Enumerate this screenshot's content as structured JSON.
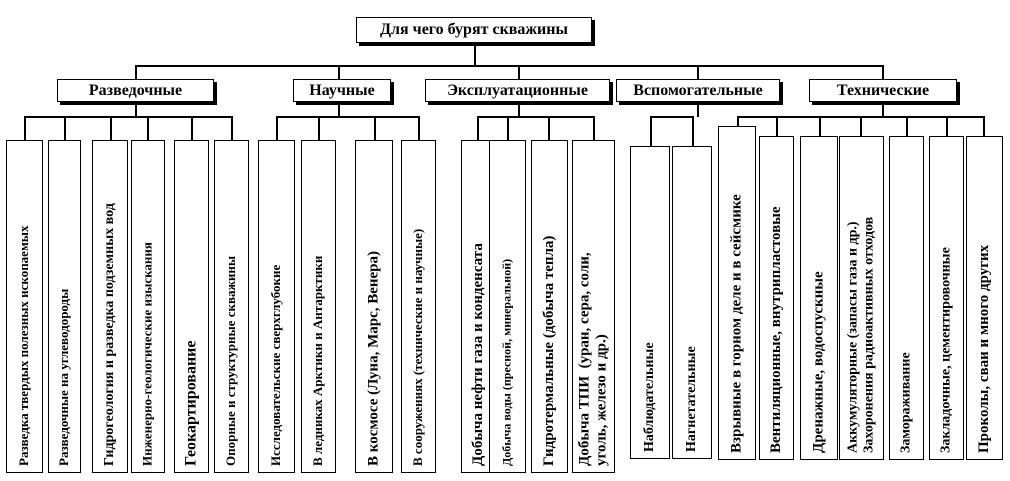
{
  "title": "Для чего бурят скважины",
  "categories": [
    {
      "label": "Разведочные",
      "children": [
        "Разведка твердых полезных ископаемых",
        "Разведочные на углеводороды",
        "Гидрогеология и разведка подземных вод",
        "Инженерно-геологические изыскания",
        "Геокартирование",
        "Опорные и  структурные скважины"
      ]
    },
    {
      "label": "Научные",
      "children": [
        "Исследовательские сверхглубокие",
        "В ледниках Арктики и Антарктики",
        "В космосе (Луна, Марс, Венера)",
        "В сооружениях (технические и научные)"
      ]
    },
    {
      "label": "Эксплуатационные",
      "children": [
        "Добыча нефти газа и конденсата",
        "Добыча воды (пресной, минеральной)",
        "Гидротермальные (добыча тепла)",
        "Добыча ТПИ  (уран, сера, соли,\nуголь, железо и др.)"
      ]
    },
    {
      "label": "Вспомогательные",
      "children": [
        "Наблюдательные",
        "Нагнетательные"
      ]
    },
    {
      "label": "Технические",
      "children": [
        "Взрывные в горном деле и в сейсмике",
        "Вентиляционные, внутрипластовые",
        "Дренажные, водоспускные",
        "Аккумуляторные (запасы газа и др.)\nЗахоронения радиоактивных отходов",
        "Замораживание",
        "Закладочные, цементировочные",
        "Проколы, сваи и много других"
      ]
    }
  ]
}
